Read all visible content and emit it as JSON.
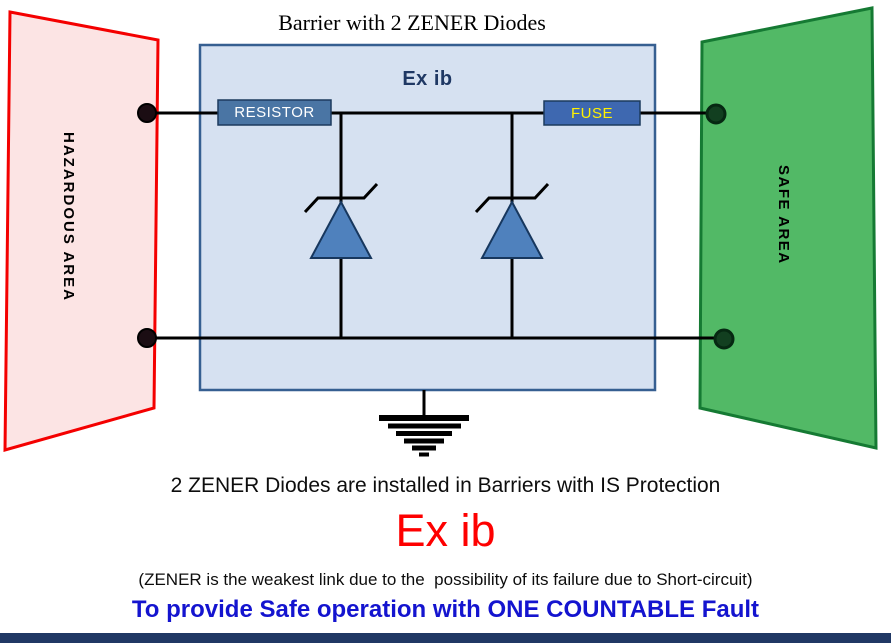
{
  "title": "Barrier with 2 ZENER Diodes",
  "hazardous_area": {
    "label": "HAZARDOUS AREA"
  },
  "safe_area": {
    "label": "SAFE AREA"
  },
  "barrier": {
    "label": "Ex ib",
    "resistor_label": "RESISTOR",
    "fuse_label": "FUSE"
  },
  "captions": {
    "installed": "2 ZENER Diodes are installed in Barriers with IS Protection",
    "ex_ib": "Ex ib",
    "weakest_link": "(ZENER is the weakest link due to the  possibility of its failure due to Short-circuit)",
    "safe_operation": "To provide Safe operation with ONE COUNTABLE Fault"
  },
  "colors": {
    "hazardous_fill": "#fce4e4",
    "hazardous_border": "#f40000",
    "safe_fill": "#52b966",
    "safe_border": "#157a33",
    "barrier_fill": "#d6e1f1",
    "barrier_border": "#365f91",
    "resistor_fill": "#4a75a4",
    "fuse_fill": "#3e68b0",
    "component_border": "#1c3a5e",
    "diode_fill": "#4f81bd",
    "diode_border": "#17375e",
    "wire": "#000000",
    "terminal_left_fill": "#1b0d13",
    "terminal_right_fill": "#123f20",
    "terminal_right_border": "#062812",
    "ex_ib_red": "#fe0000",
    "bottom_text_blue": "#1414cf",
    "footer_bar": "#203864"
  }
}
